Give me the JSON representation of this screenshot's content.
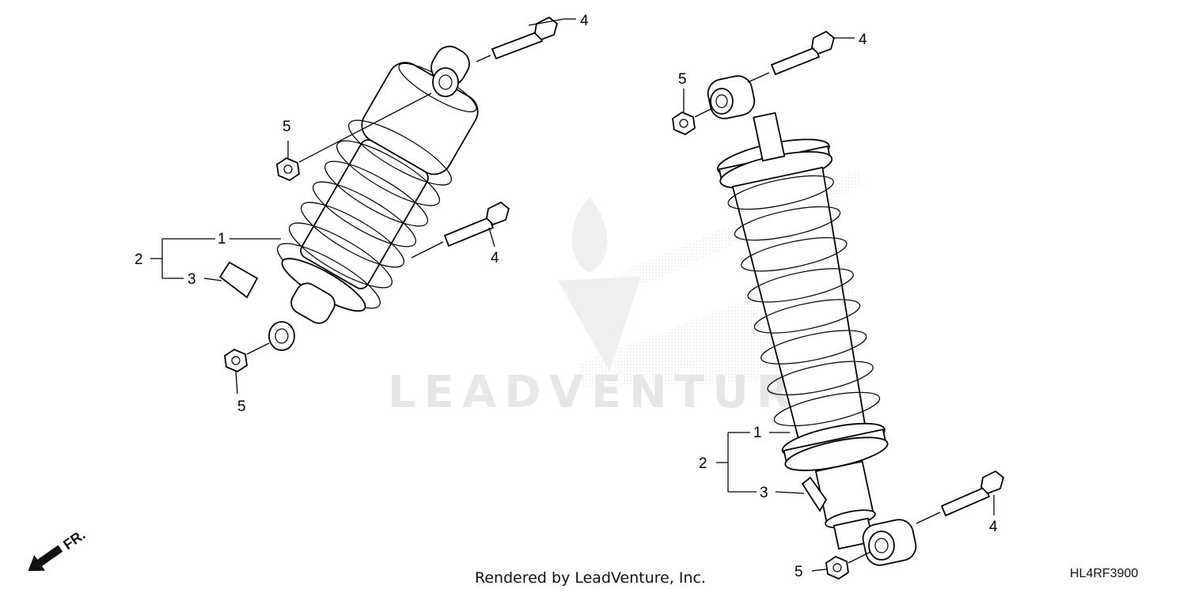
{
  "diagram": {
    "callouts": {
      "left_1": "1",
      "left_2": "2",
      "left_3": "3",
      "left_4_top": "4",
      "left_4_mid": "4",
      "left_5_top": "5",
      "left_5_bottom": "5",
      "right_1": "1",
      "right_2": "2",
      "right_3": "3",
      "right_4_top": "4",
      "right_4_bottom": "4",
      "right_5_top": "5",
      "right_5_bottom": "5"
    },
    "watermark": "LEADVENTURE",
    "direction_label": "FR.",
    "footer": "Rendered by LeadVenture, Inc.",
    "diagram_code": "HL4RF3900"
  },
  "colors": {
    "line": "#000000",
    "watermark": "#e6e6e6",
    "background": "#ffffff"
  }
}
